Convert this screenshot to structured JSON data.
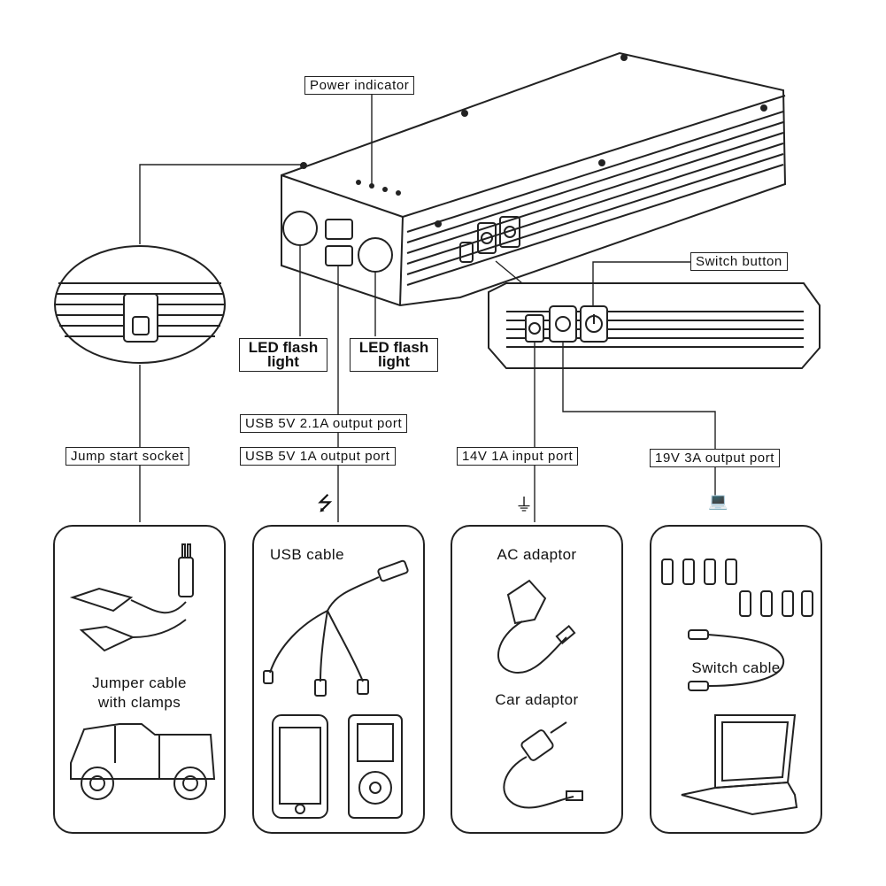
{
  "labels": {
    "power_indicator": "Power indicator",
    "switch_button": "Switch button",
    "led_left": "LED flash light",
    "led_right": "LED flash light",
    "usb_21a": "USB 5V 2.1A output port",
    "usb_1a": "USB 5V 1A output port",
    "jump_start": "Jump start socket",
    "input_14v": "14V 1A input port",
    "output_19v": "19V 3A output port"
  },
  "panels": {
    "jumper": {
      "caption_line1": "Jumper cable",
      "caption_line2": "with clamps"
    },
    "usb": {
      "caption": "USB cable"
    },
    "adaptors": {
      "ac_caption": "AC adaptor",
      "car_caption": "Car adaptor"
    },
    "laptop": {
      "caption": "Switch cable"
    }
  },
  "icons": [
    "usb-icon",
    "plug-icon",
    "laptop-icon",
    "power-icon"
  ],
  "colors": {
    "line": "#222222",
    "background": "#ffffff"
  }
}
